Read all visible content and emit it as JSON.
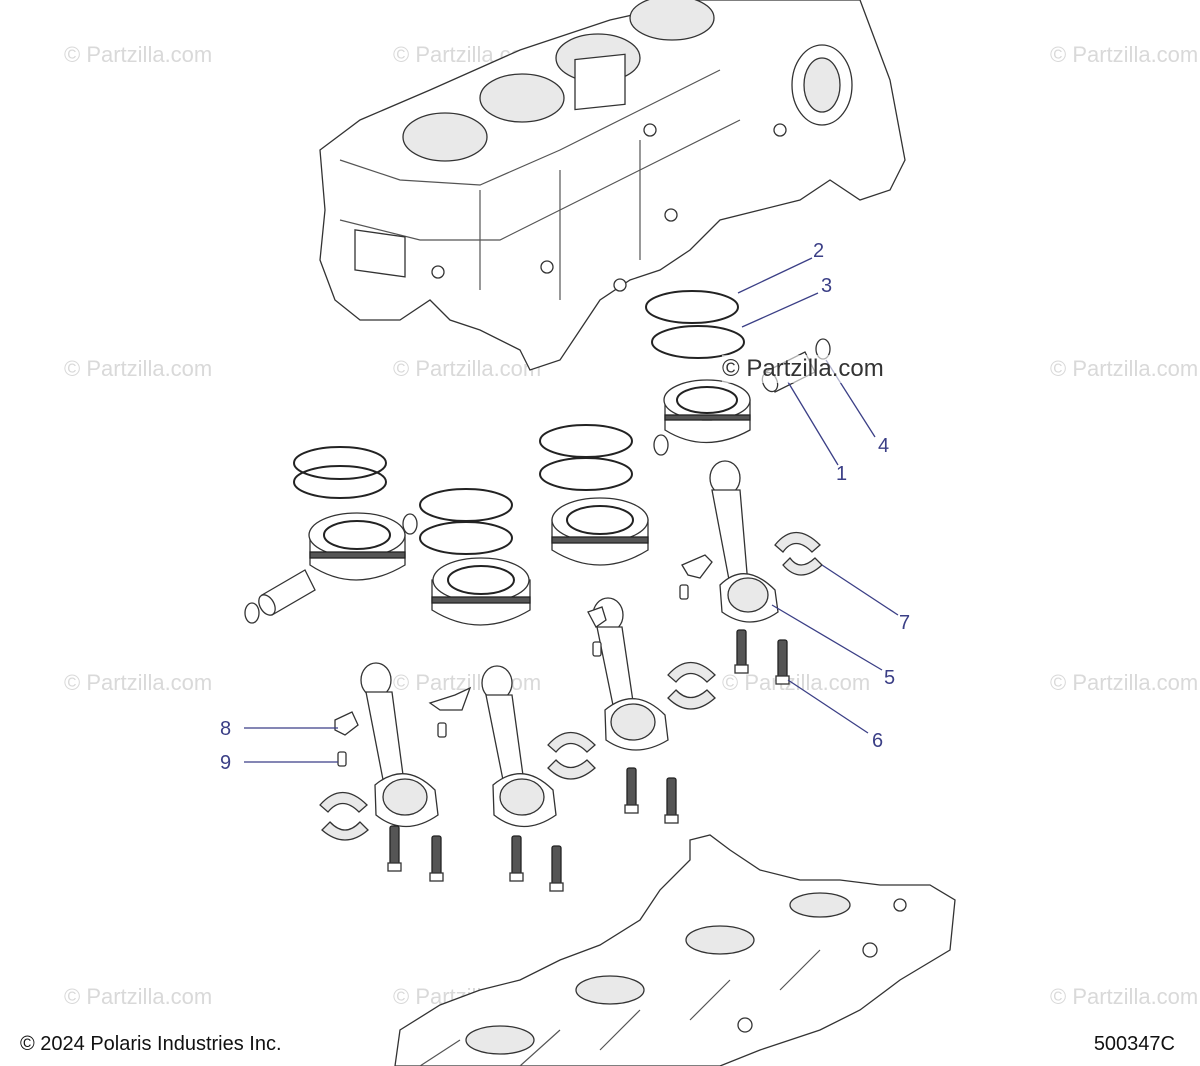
{
  "watermark_text": "© Partzilla.com",
  "center_watermark": "© Partzilla.com",
  "footer": {
    "copyright": "© 2024 Polaris Industries Inc.",
    "diagram_id": "500347C"
  },
  "callouts": [
    "1",
    "2",
    "3",
    "4",
    "5",
    "6",
    "7",
    "8",
    "9"
  ],
  "colors": {
    "callout": "#3b3f86",
    "watermark": "#d9d9d9",
    "line": "#333333"
  }
}
